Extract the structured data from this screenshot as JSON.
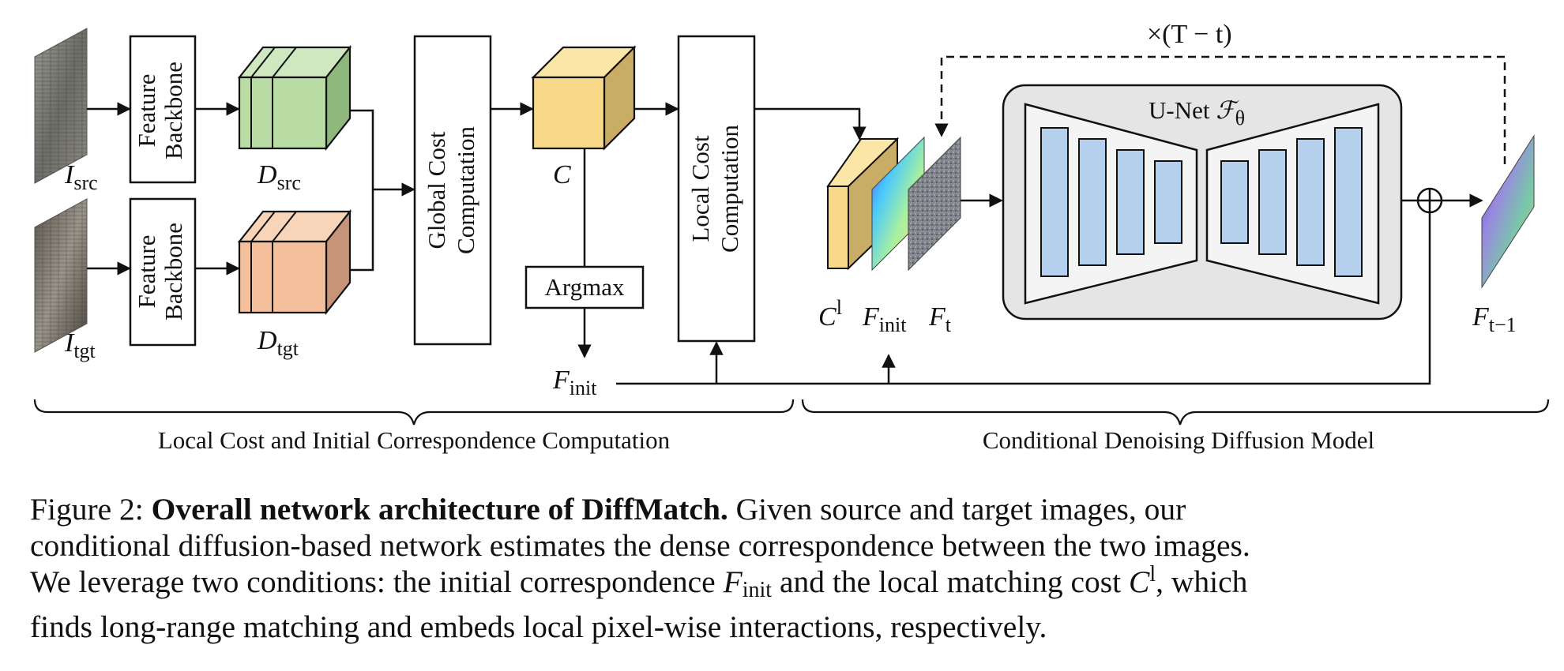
{
  "diagram": {
    "inputs": {
      "src": {
        "symbol": "I",
        "sub": "src"
      },
      "tgt": {
        "symbol": "I",
        "sub": "tgt"
      }
    },
    "feature_backbone": {
      "line1": "Feature",
      "line2": "Backbone"
    },
    "descriptors": {
      "src": {
        "symbol": "D",
        "sub": "src"
      },
      "tgt": {
        "symbol": "D",
        "sub": "tgt"
      }
    },
    "global_cost": {
      "line1": "Global Cost",
      "line2": "Computation"
    },
    "cost_volume": {
      "symbol": "C"
    },
    "argmax": "Argmax",
    "f_init": {
      "symbol": "F",
      "sub": "init"
    },
    "local_cost": {
      "line1": "Local Cost",
      "line2": "Computation"
    },
    "local_cost_volume": {
      "symbol": "C",
      "sup": "l"
    },
    "f_t": {
      "symbol": "F",
      "sub": "t"
    },
    "unet": {
      "text": "U-Net ",
      "symbol": "ℱ",
      "sub": "θ"
    },
    "f_t_minus_1": {
      "symbol": "F",
      "sub": "t−1"
    },
    "loop_label": "×(T − t)",
    "sections": {
      "left": "Local Cost and Initial Correspondence Computation",
      "right": "Conditional Denoising Diffusion Model"
    },
    "colors": {
      "green_front": "#b8dca4",
      "green_top": "#cfe8c0",
      "green_side": "#8fb87c",
      "orange_front": "#f4c09c",
      "orange_top": "#f8d4b8",
      "orange_side": "#c89478",
      "yellow_front": "#f8d98a",
      "yellow_top": "#fbe6a8",
      "yellow_side": "#c9ad66",
      "unet_bg": "#e5e5e5",
      "unet_block": "#b4d0ec"
    }
  },
  "caption": {
    "fig_label": "Figure 2: ",
    "bold_title": "Overall network architecture of DiffMatch.",
    "line1_rest": " Given source and target images, our",
    "line2": "conditional diffusion-based network estimates the dense correspondence between the two images.",
    "line3_a": "We leverage two conditions: the initial correspondence ",
    "line3_sym1": "F",
    "line3_sub1": "init",
    "line3_b": " and the local matching cost ",
    "line3_sym2": "C",
    "line3_sup2": "l",
    "line3_c": ", which",
    "line4": "finds long-range matching and embeds local pixel-wise interactions, respectively."
  }
}
